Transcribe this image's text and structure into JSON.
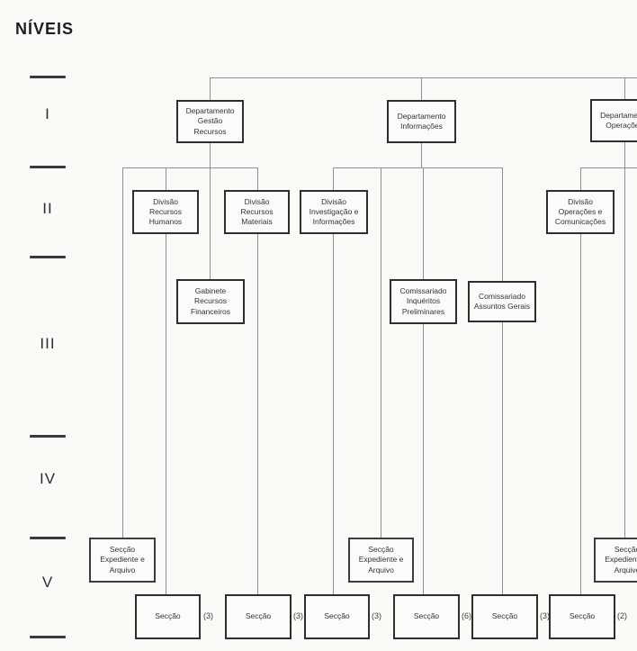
{
  "heading": "NÍVEIS",
  "level_labels": [
    "I",
    "II",
    "III",
    "IV",
    "V"
  ],
  "nodes": {
    "dept_gestao": "Departamento Gestão Recursos",
    "dept_informacoes": "Departamento Informações",
    "dept_operacoes": "Departamento Operações",
    "div_recursos_humanos": "Divisão Recursos Humanos",
    "div_recursos_materiais": "Divisão Recursos Materiais",
    "div_investigacao": "Divisão Investigação e Informações",
    "div_operacoes_comunicacoes": "Divisão Operações e Comunicações",
    "gabinete_recursos_financeiros": "Gabinete Recursos Financeiros",
    "comissariado_inqueritos": "Comissariado Inquéritos Preliminares",
    "comissariado_assuntos": "Comissariado Assuntos Gerais",
    "seccao_expediente": "Secção Expediente e Arquivo",
    "seccao": "Secção"
  },
  "seccao_counts": [
    "(3)",
    "(3)",
    "(3)",
    "(6)",
    "(3)",
    "(2)"
  ],
  "colors": {
    "ink": "#2e2e2e",
    "connector": "#8f8f8f",
    "paper": "#fbfaf7"
  }
}
